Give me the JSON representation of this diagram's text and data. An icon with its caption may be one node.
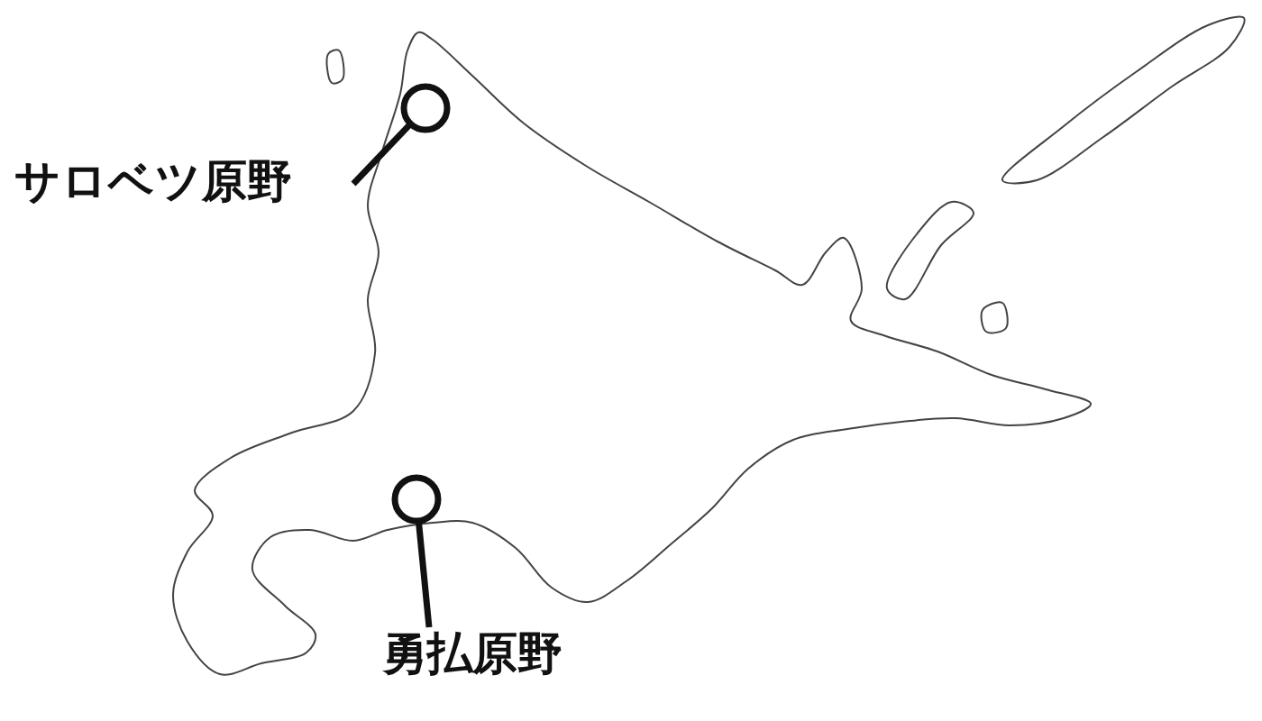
{
  "diagram": {
    "nodes": [
      {
        "text": [
          "サロベツ原野"
        ]
      },
      {
        "text": [],
        "shape": "circle"
      },
      {
        "text": [
          "勇払原野"
        ]
      },
      {
        "text": [],
        "shape": "circle"
      }
    ],
    "edges": [
      {
        "from": 0,
        "to": 1,
        "arrow": "none"
      },
      {
        "from": 2,
        "to": 3,
        "arrow": "none"
      }
    ]
  }
}
